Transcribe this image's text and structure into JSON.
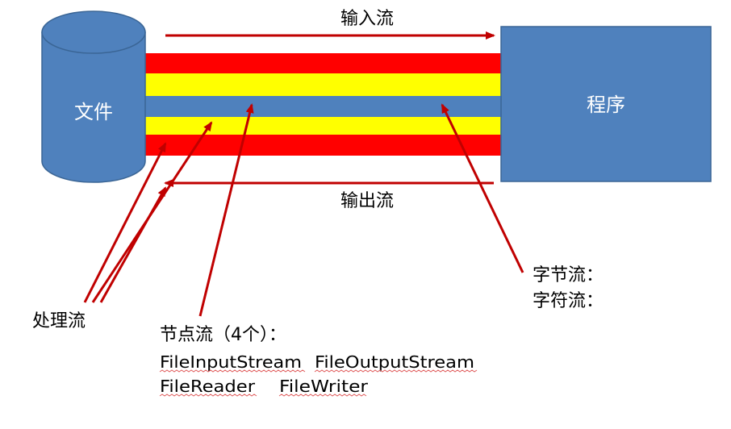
{
  "colors": {
    "cylinder": "#4f81bd",
    "cylinder_stroke": "#3a6595",
    "program_box": "#4f81bd",
    "band_red": "#ff0000",
    "band_yellow": "#ffff00",
    "band_blue": "#4f81bd",
    "arrow": "#c00000",
    "spellcheck": "#e05a5a"
  },
  "file_label": "文件",
  "program_label": "程序",
  "input_stream_label": "输入流",
  "output_stream_label": "输出流",
  "byte_stream_label": "字节流：",
  "char_stream_label": "字符流：",
  "processing_stream_label": "处理流",
  "node_streams": {
    "title": "节点流（4个）：",
    "classes": [
      "FileInputStream",
      "FileOutputStream",
      "FileReader",
      "FileWriter"
    ]
  }
}
